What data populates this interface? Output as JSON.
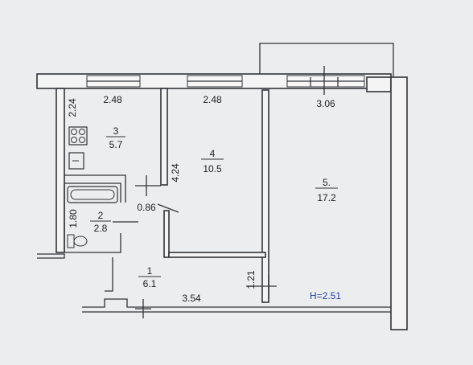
{
  "rooms": [
    {
      "number": "1",
      "area": "6.1"
    },
    {
      "number": "2",
      "area": "2.8"
    },
    {
      "number": "3",
      "area": "5.7"
    },
    {
      "number": "4",
      "area": "10.5"
    },
    {
      "number": "5.",
      "area": "17.2"
    }
  ],
  "dimensions": {
    "kitchen_width": "2.48",
    "room4_width": "2.48",
    "room5_width": "3.06",
    "kitchen_depth": "2.24",
    "room4_depth": "4.24",
    "bath_depth": "1.80",
    "bath_door": "0.86",
    "hall_length": "3.54",
    "hall_depth": "1.21"
  },
  "ceiling_height": "H=2.51",
  "colors": {
    "wall": "#303338",
    "ceiling_label": "#1f3fa8"
  }
}
